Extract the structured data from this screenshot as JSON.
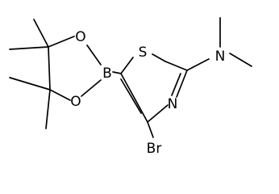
{
  "molecule": {
    "atoms": {
      "sulfur": "S",
      "nitrogen_ring": "N",
      "nitrogen_amine": "N",
      "boron": "B",
      "oxygen_top": "O",
      "oxygen_bottom": "O",
      "bromine": "Br"
    },
    "colors": {
      "bond": "#000000",
      "label": "#000000",
      "background": "#ffffff"
    }
  }
}
